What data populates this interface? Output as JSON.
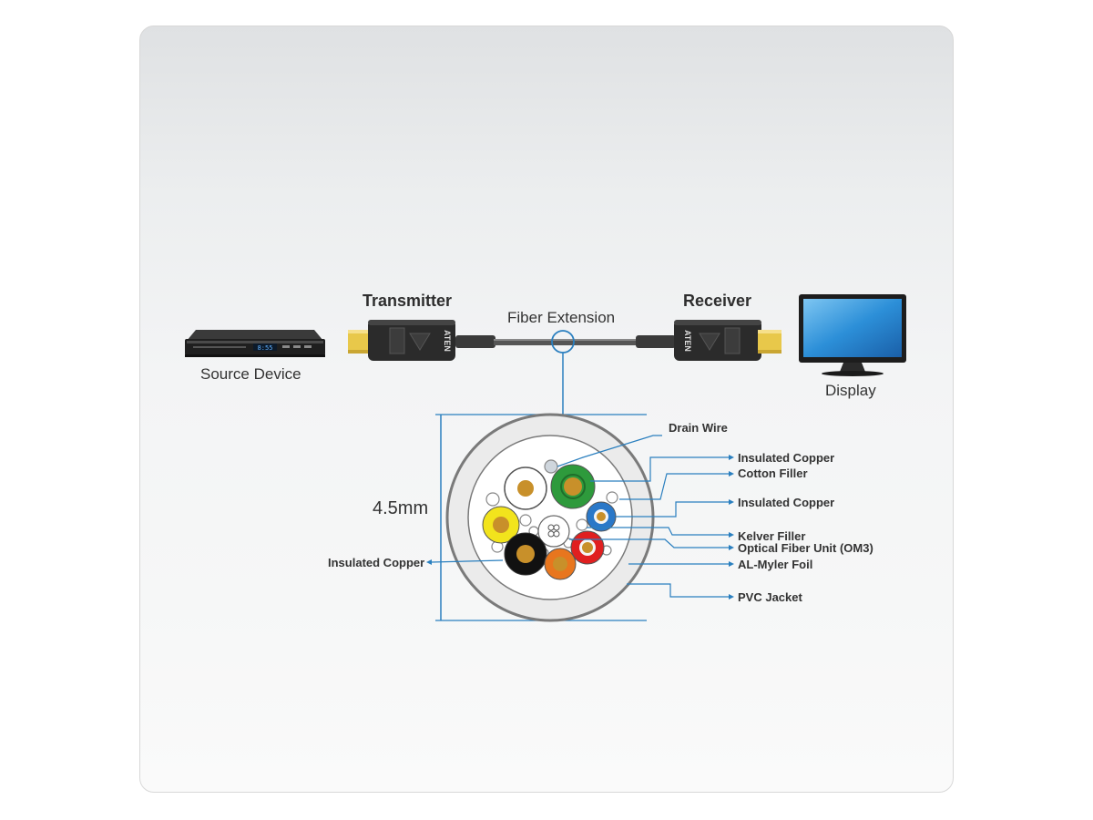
{
  "labels": {
    "transmitter": "Transmitter",
    "receiver": "Receiver",
    "fiber_extension": "Fiber Extension",
    "source_device": "Source Device",
    "display": "Display",
    "diameter": "4.5mm",
    "left_callout": "Insulated Copper",
    "connector_brand": "ATEN",
    "dvd_readout": "8:55"
  },
  "callouts": [
    "Drain Wire",
    "Insulated Copper",
    "Cotton Filler",
    "Insulated Copper",
    "Kelver Filler",
    "Optical Fiber Unit (OM3)",
    "AL-Myler  Foil",
    "PVC Jacket"
  ],
  "colors": {
    "accent_line": "#2a7fbf",
    "connector_gold": "#e8c84a",
    "connector_body": "#2b2b2b",
    "wire_green": "#2e9a3c",
    "wire_yellow": "#f2e41c",
    "wire_black": "#111111",
    "wire_orange": "#e8761e",
    "wire_red": "#e02020",
    "wire_blue": "#2a78c8",
    "wire_core": "#c8902a"
  },
  "icons": [
    "dvd-player-icon",
    "monitor-icon",
    "hdmi-transmitter-icon",
    "hdmi-receiver-icon",
    "cable-cross-section-icon"
  ]
}
